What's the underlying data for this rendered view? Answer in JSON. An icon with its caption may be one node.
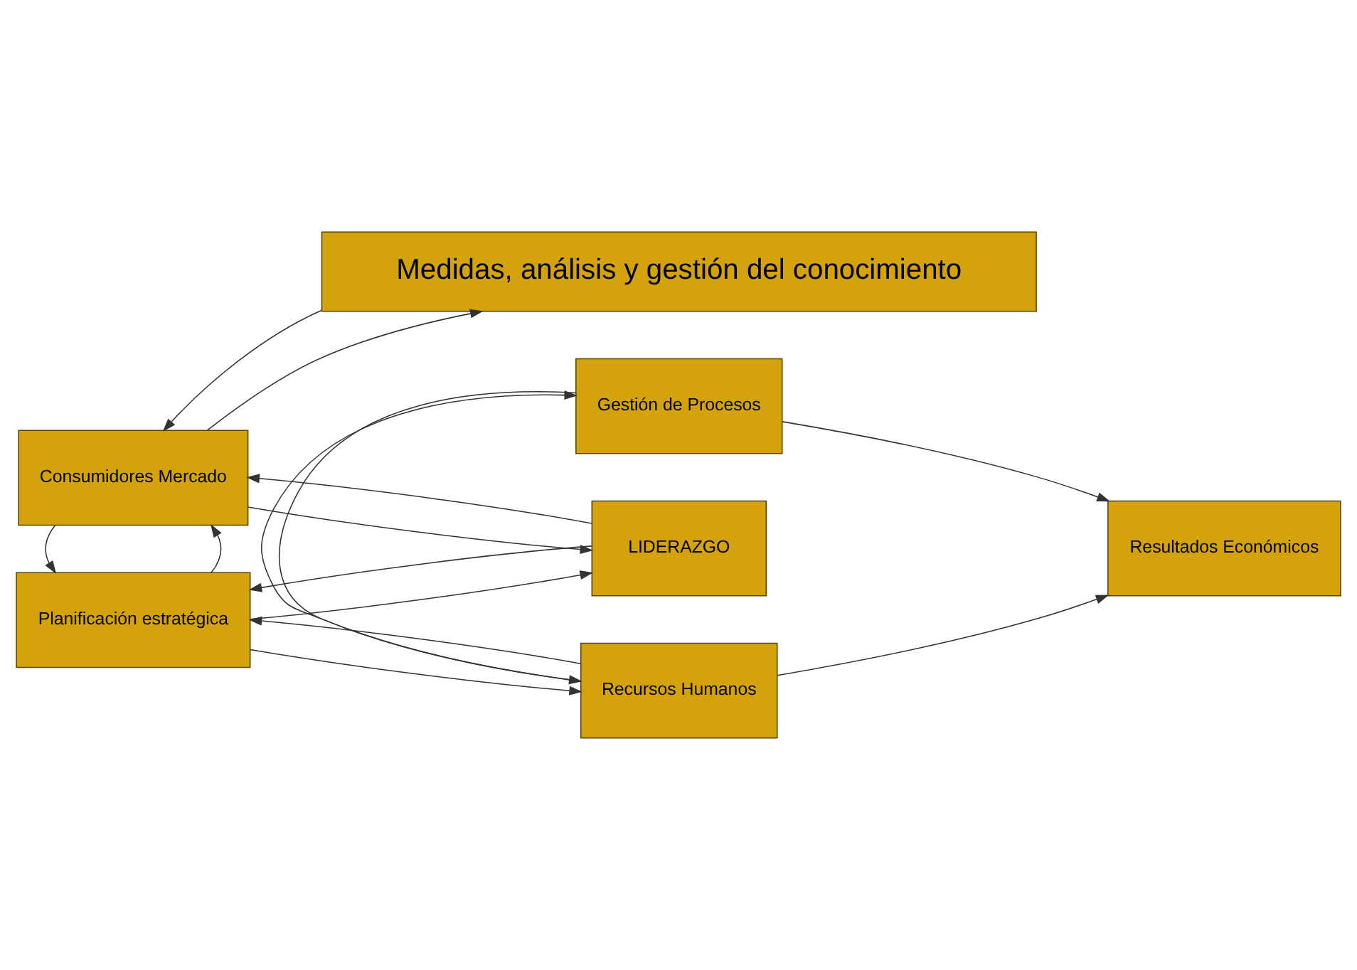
{
  "diagram": {
    "nodes": [
      {
        "text": [
          "Planificación estratégica"
        ]
      },
      {
        "text": [
          "Recursos Humanos"
        ]
      },
      {
        "text": [
          "LIDERAZGO"
        ]
      },
      {
        "text": [
          "Resultados Económicos"
        ]
      },
      {
        "text": [
          "Consumidores Mercado"
        ]
      },
      {
        "text": [
          "Gestión de Procesos"
        ]
      },
      {
        "text": [
          "Medidas, análisis y gestión del conocimiento"
        ]
      }
    ],
    "edges": [
      {
        "from": 2,
        "to": 0,
        "arrow": "to"
      },
      {
        "from": 0,
        "to": 2,
        "arrow": "to"
      },
      {
        "from": 0,
        "to": 4,
        "arrow": "to"
      },
      {
        "from": 4,
        "to": 0,
        "arrow": "to"
      },
      {
        "from": 2,
        "to": 4,
        "arrow": "to"
      },
      {
        "from": 4,
        "to": 2,
        "arrow": "to"
      },
      {
        "from": 0,
        "to": 1,
        "arrow": "to"
      },
      {
        "from": 1,
        "to": 0,
        "arrow": "to"
      },
      {
        "from": 5,
        "to": 1,
        "arrow": "to"
      },
      {
        "from": 1,
        "to": 5,
        "arrow": "to"
      },
      {
        "from": 1,
        "to": 3,
        "arrow": "to"
      },
      {
        "from": 5,
        "to": 3,
        "arrow": "to"
      },
      {
        "from": 6,
        "to": 4,
        "arrow": "to"
      },
      {
        "from": 4,
        "to": 6,
        "arrow": "to"
      }
    ]
  }
}
